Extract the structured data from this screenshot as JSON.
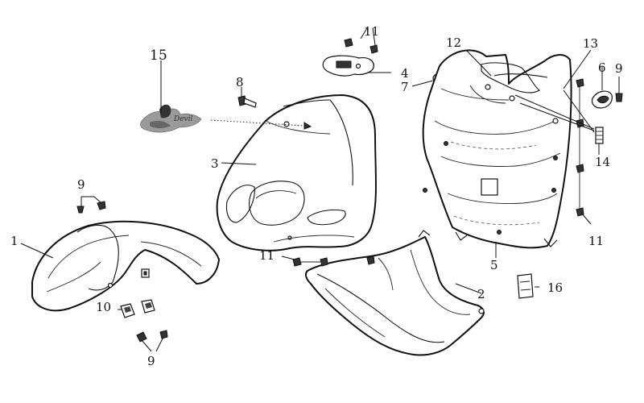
{
  "callouts": [
    {
      "id": "c1",
      "text": "1"
    },
    {
      "id": "c2",
      "text": "2"
    },
    {
      "id": "c3",
      "text": "3"
    },
    {
      "id": "c4",
      "text": "4"
    },
    {
      "id": "c5",
      "text": "5"
    },
    {
      "id": "c6",
      "text": "6"
    },
    {
      "id": "c7",
      "text": "7"
    },
    {
      "id": "c8",
      "text": "8"
    },
    {
      "id": "c9a",
      "text": "9"
    },
    {
      "id": "c9b",
      "text": "9"
    },
    {
      "id": "c9c",
      "text": "9"
    },
    {
      "id": "c10",
      "text": "10"
    },
    {
      "id": "c11a",
      "text": "11"
    },
    {
      "id": "c11b",
      "text": "11"
    },
    {
      "id": "c11c",
      "text": "11"
    },
    {
      "id": "c12",
      "text": "12"
    },
    {
      "id": "c13",
      "text": "13"
    },
    {
      "id": "c14",
      "text": "14"
    },
    {
      "id": "c15",
      "text": "15"
    },
    {
      "id": "c16",
      "text": "16"
    }
  ],
  "decal": {
    "text": "Devil"
  }
}
